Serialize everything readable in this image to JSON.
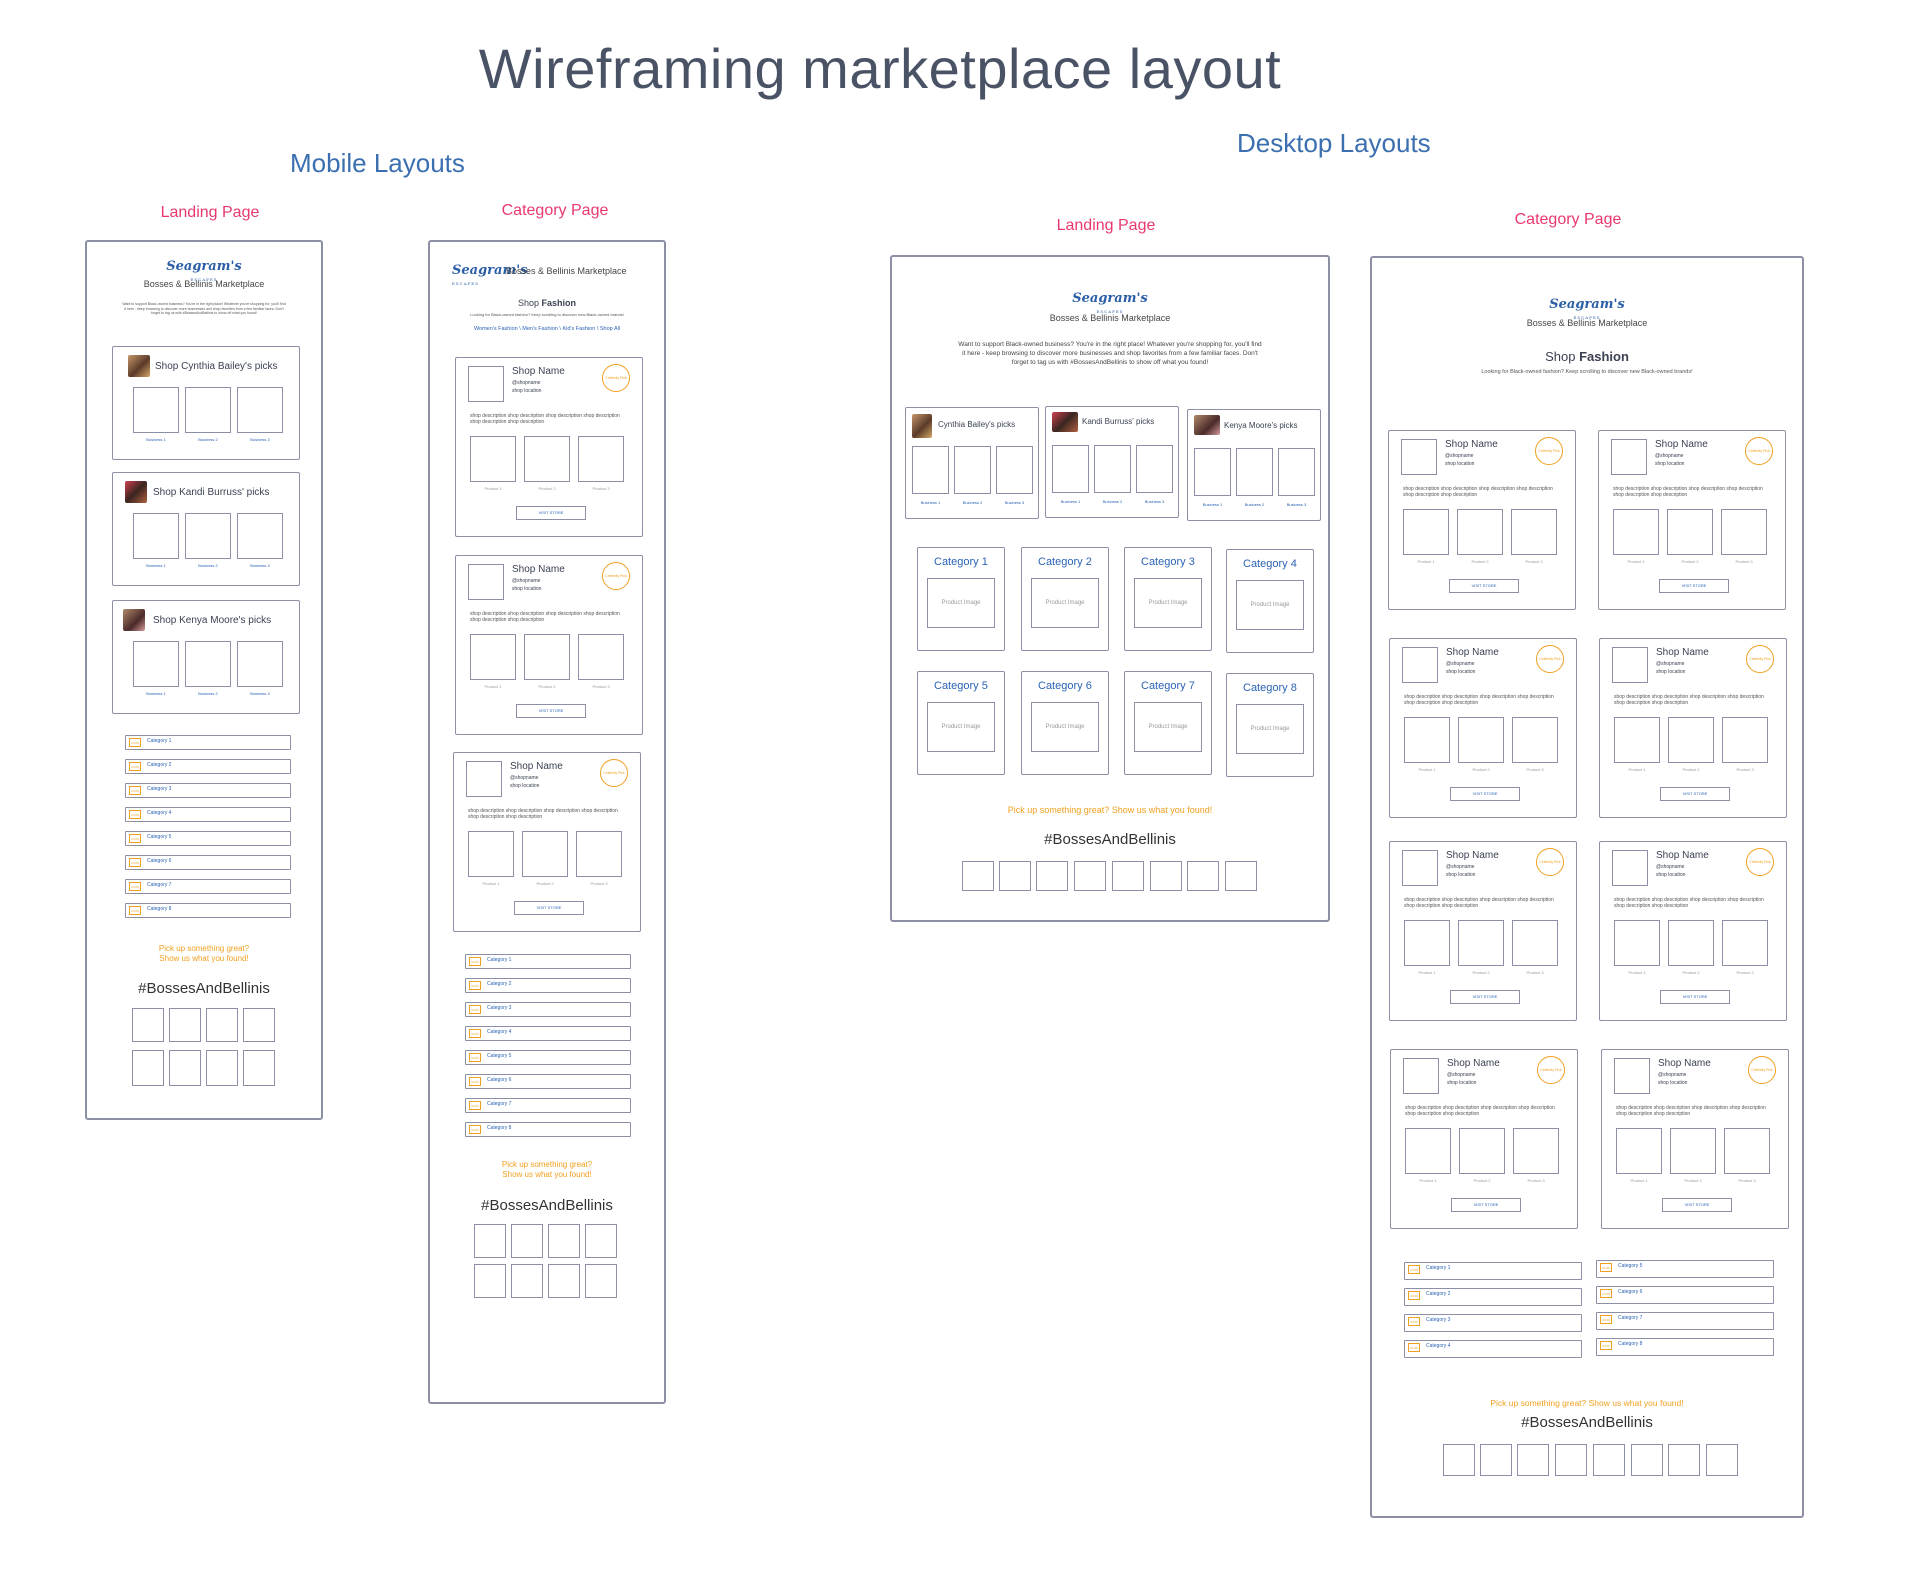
{
  "title": "Wireframing marketplace layout",
  "sections": {
    "mobile": "Mobile Layouts",
    "desktop": "Desktop Layouts"
  },
  "frame_labels": {
    "landing": "Landing Page",
    "category": "Category Page"
  },
  "brand": {
    "logo": "Seagram's",
    "logo_sub": "ESCAPES",
    "marketplace": "Bosses & Bellinis Marketplace"
  },
  "landing_intro": "Want to support Black-owned business? You're in the right place! Whatever you're shopping for, you'll find it here - keep browsing to discover more businesses and shop favorites from a few familiar faces. Don't forget to tag us with #BossesAndBellinis to show off what you found!",
  "picks": [
    {
      "mobile": "Shop Cynthia Bailey's picks",
      "desktop": "Cynthia Bailey's picks"
    },
    {
      "mobile": "Shop Kandi Burruss' picks",
      "desktop": "Kandi Burruss' picks"
    },
    {
      "mobile": "Shop Kenya Moore's picks",
      "desktop": "Kenya Moore's picks"
    }
  ],
  "business_labels": [
    "Business 1",
    "Business 2",
    "Business 3"
  ],
  "categories": [
    "Category 1",
    "Category 2",
    "Category 3",
    "Category 4",
    "Category 5",
    "Category 6",
    "Category 7",
    "Category 8"
  ],
  "category_icon": "ICON",
  "product_image": "Product Image",
  "shop_card": {
    "name": "Shop Name",
    "handle": "@shopname",
    "location": "shop location",
    "description": "shop description shop description shop description shop description shop description shop description",
    "badge": "Celebrity Pick",
    "products": [
      "Product 1",
      "Product 2",
      "Product 3"
    ],
    "visit": "VISIT STORE"
  },
  "category_page": {
    "shop": "Shop",
    "fashion": "Fashion",
    "intro": "Looking for Black-owned fashion? Keep scrolling to discover new Black-owned brands!",
    "breadcrumb": "Women's Fashion \\ Men's Fashion \\ Kid's Fashion \\ Shop All"
  },
  "cta_mobile": [
    "Pick up something great?",
    "Show us what you found!"
  ],
  "cta_desktop": "Pick up something great? Show us what you found!",
  "hashtag": "#BossesAndBellinis"
}
